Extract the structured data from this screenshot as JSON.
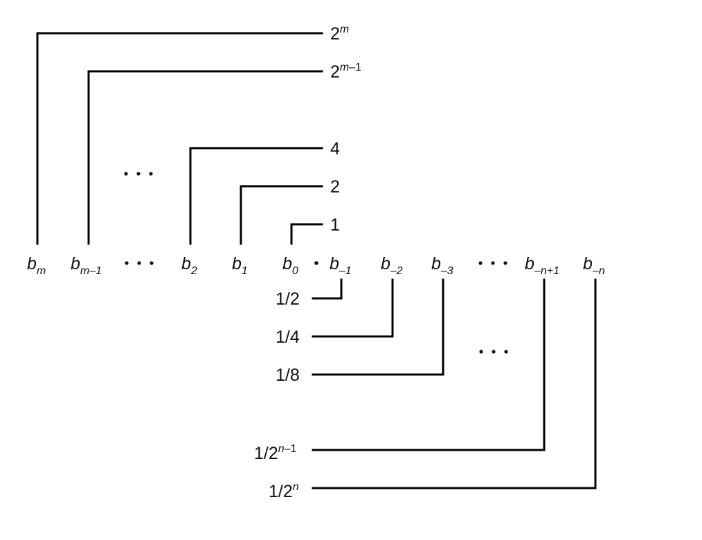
{
  "bits": {
    "b_m": {
      "base": "b",
      "sub": "m",
      "sub_italic": true
    },
    "b_m1": {
      "base": "b",
      "sub_a": "m",
      "sub_b": "–1"
    },
    "b_2": {
      "base": "b",
      "sub": "2"
    },
    "b_1": {
      "base": "b",
      "sub": "1"
    },
    "b_0": {
      "base": "b",
      "sub": "0"
    },
    "b_neg1": {
      "base": "b",
      "sub": "–1"
    },
    "b_neg2": {
      "base": "b",
      "sub": "–2"
    },
    "b_neg3": {
      "base": "b",
      "sub": "–3"
    },
    "b_negn1": {
      "base": "b",
      "sub_a": "–",
      "sub_b": "n",
      "sub_c": "+1"
    },
    "b_negn": {
      "base": "b",
      "sub_a": "–",
      "sub_b": "n"
    }
  },
  "weights_upper": {
    "w_2m": {
      "base": "2",
      "sup": "m"
    },
    "w_2m1": {
      "base": "2",
      "sup_a": "m",
      "sup_b": "–1"
    },
    "w_4": "4",
    "w_2": "2",
    "w_1": "1"
  },
  "weights_lower": {
    "w_half": "1/2",
    "w_quarter": "1/4",
    "w_eighth": "1/8",
    "w_2n1": {
      "base": "1/2",
      "sup_a": "n",
      "sup_b": "–1"
    },
    "w_2n": {
      "base": "1/2",
      "sup": "n"
    }
  },
  "binary_point_symbol": "·",
  "colors": {
    "line": "#000000",
    "text": "#111111",
    "background": "#ffffff"
  }
}
